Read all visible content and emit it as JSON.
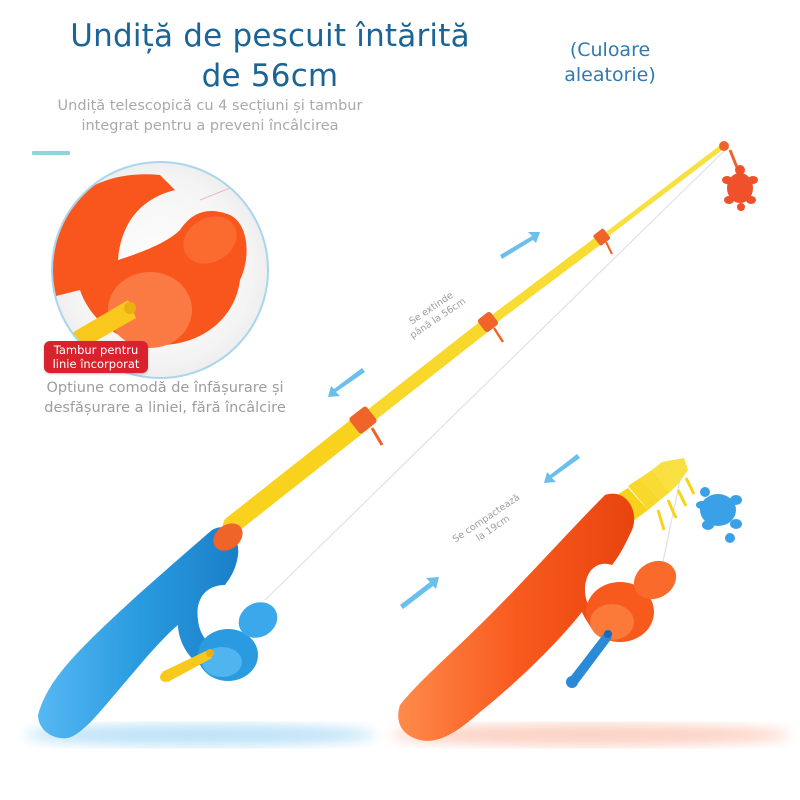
{
  "header": {
    "title_line1": "Undiță de pescuit întărită",
    "title_line2": "de 56cm",
    "subtitle_line1": "Undiță telescopică cu 4 secțiuni și tambur",
    "subtitle_line2": "integrat pentru a preveni încâlcirea",
    "color_note_line1": "(Culoare",
    "color_note_line2": "aleatorie)"
  },
  "callout": {
    "badge_line1": "Tambur pentru",
    "badge_line2": "linie încorporat",
    "feature_line1": "Optiune comodă de înfășurare și",
    "feature_line2": "desfășurare a liniei, fără încâlcire"
  },
  "annotations": {
    "extend_line1": "Se extinde",
    "extend_line2": "până la 56cm",
    "compact_line1": "Se compactează",
    "compact_line2": "la 19cm"
  },
  "products": [
    {
      "name": "extended-rod",
      "handle_color": "#2a9be0",
      "shaft_color": "#f8d21c",
      "ring_color": "#f0642a",
      "charm_color": "#f0502a",
      "crank_color": "#f8c81c"
    },
    {
      "name": "compact-rod",
      "handle_color": "#f85a1e",
      "shaft_color": "#f8d21c",
      "charm_color": "#3aa0e8",
      "crank_color": "#2a8ad8"
    }
  ],
  "colors": {
    "title": "#1a6496",
    "subtitle": "#a9a9a9",
    "badge_bg": "#d8232f",
    "accent_bar": "#8fd3dc",
    "arrow": "#5ab8ea"
  }
}
